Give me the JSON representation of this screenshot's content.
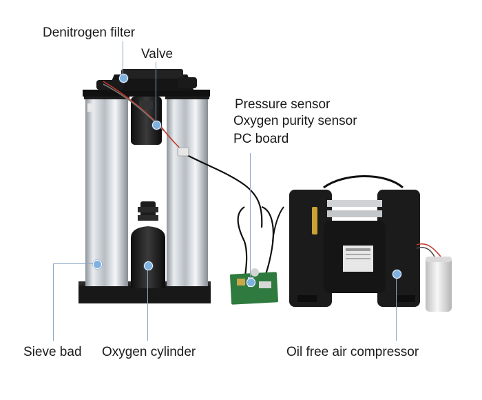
{
  "labels": {
    "denitrogen_filter": "Denitrogen filter",
    "valve": "Valve",
    "pressure_sensor": "Pressure sensor",
    "oxygen_purity_sensor": "Oxygen purity sensor",
    "pc_board": "PC board",
    "sieve_bad": "Sieve bad",
    "oxygen_cylinder": "Oxygen cylinder",
    "oil_free_air_compressor": "Oil free air compressor"
  },
  "colors": {
    "leader_line": "#8aa6c2",
    "marker_dot": "#7fb1e0",
    "base_plate": "#1c1c1c",
    "aluminum": "#c9ced3",
    "pcb_green": "#2f7a3e",
    "capacitor_white": "#ececec"
  }
}
